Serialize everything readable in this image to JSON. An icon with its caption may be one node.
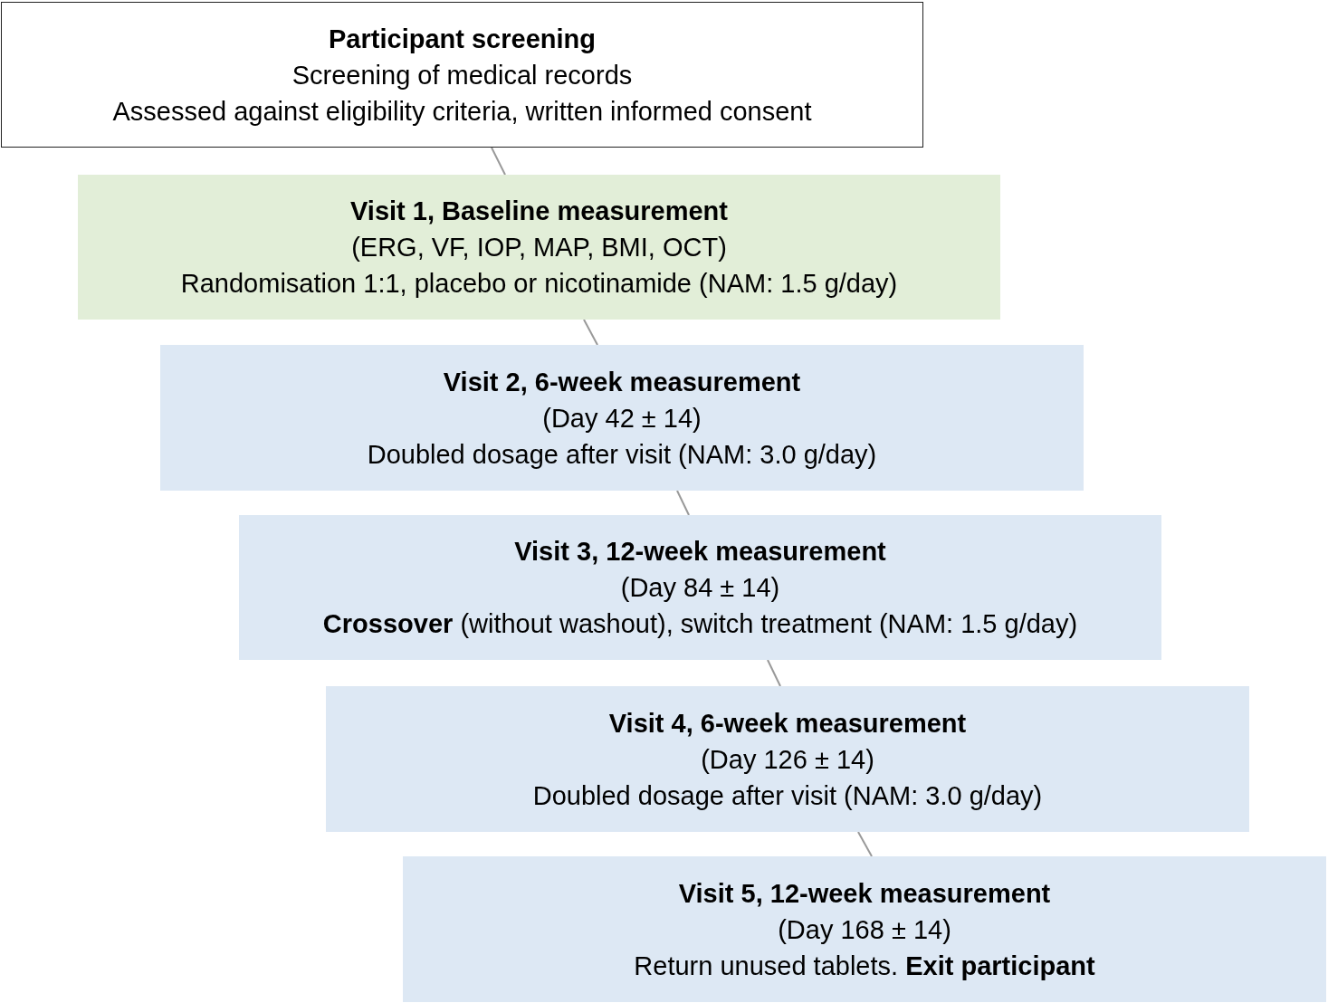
{
  "diagram": {
    "nodes": [
      {
        "text": [
          "Participant screening",
          "Screening of medical records",
          "Assessed against eligibility criteria, written informed consent"
        ]
      },
      {
        "text": [
          "Visit 1, Baseline measurement",
          "(ERG, VF, IOP, MAP, BMI, OCT)",
          "Randomisation 1:1, placebo or nicotinamide (NAM: 1.5 g/day)"
        ]
      },
      {
        "text": [
          "Visit 2, 6-week measurement",
          "(Day 42 ± 14)",
          "Doubled dosage after visit (NAM: 3.0 g/day)"
        ]
      },
      {
        "text": [
          "Visit 3, 12-week measurement",
          "(Day 84 ± 14)",
          "**Crossover** (without washout), switch treatment (NAM: 1.5 g/day)"
        ]
      },
      {
        "text": [
          "Visit 4, 6-week measurement",
          "(Day 126 ± 14)",
          "Doubled dosage after visit (NAM: 3.0 g/day)"
        ]
      },
      {
        "text": [
          "Visit 5, 12-week measurement",
          "(Day 168 ± 14)",
          "Return unused tablets. **Exit participant**"
        ]
      }
    ],
    "edges": [
      {
        "from": 0,
        "to": 1,
        "arrow": "none"
      },
      {
        "from": 1,
        "to": 2,
        "arrow": "none"
      },
      {
        "from": 2,
        "to": 3,
        "arrow": "none"
      },
      {
        "from": 3,
        "to": 4,
        "arrow": "none"
      },
      {
        "from": 4,
        "to": 5,
        "arrow": "none"
      }
    ]
  }
}
